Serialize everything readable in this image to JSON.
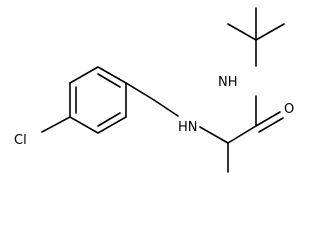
{
  "structure": {
    "atoms": {
      "chlorine": "Cl",
      "amine_nh": "HN",
      "amide_nh": "NH",
      "carbonyl_o": "O"
    }
  }
}
